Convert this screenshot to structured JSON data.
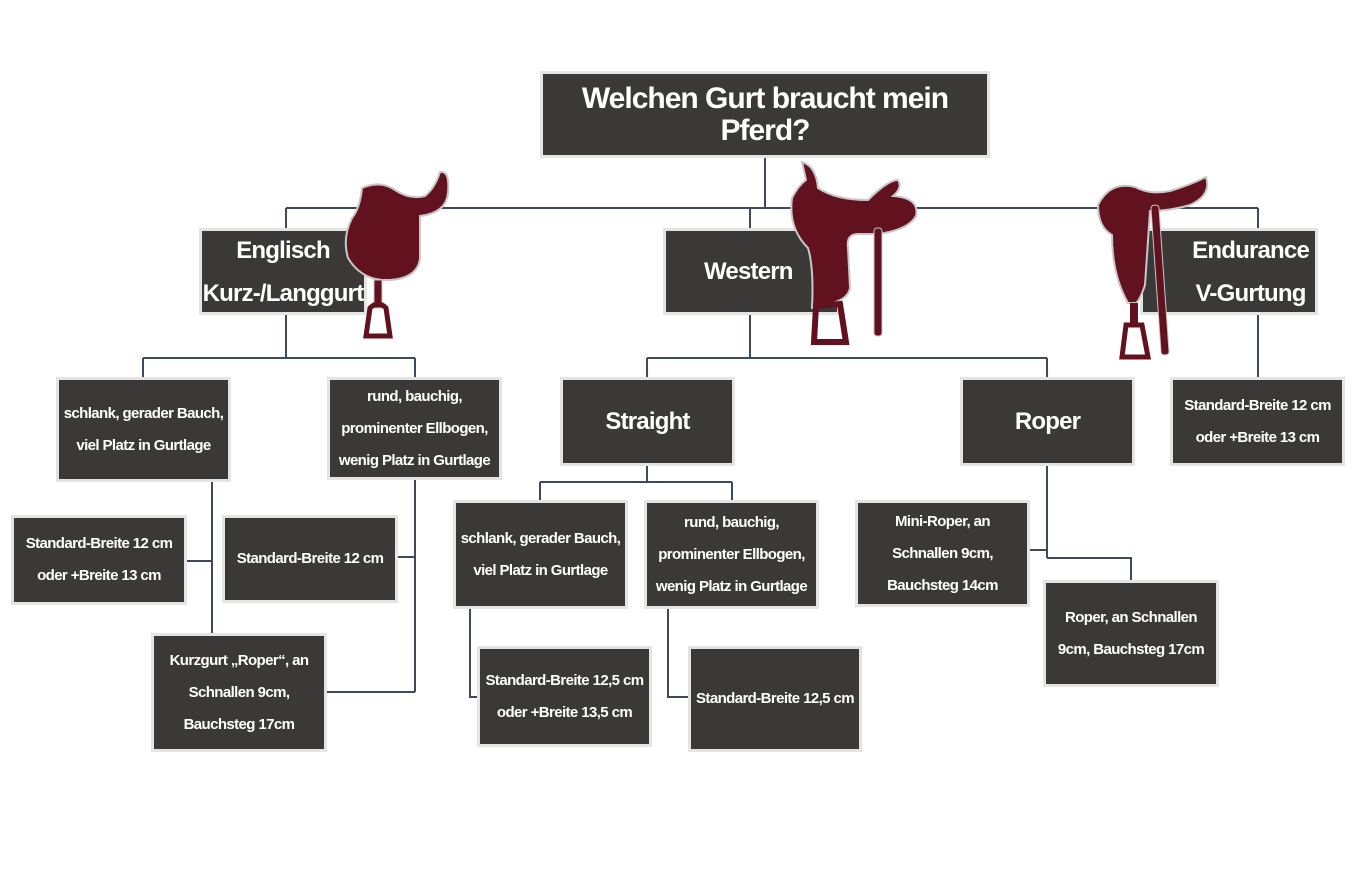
{
  "title": "Welchen Gurt braucht mein Pferd?",
  "colors": {
    "box": "#3a3937",
    "border": "#e4e4e4",
    "line": "#3d4a5c",
    "saddle": "#62111f"
  },
  "englisch": {
    "label_line1": "Englisch",
    "label_line2": "Kurz-/Langgurt",
    "slim": "schlank, gerader Bauch, viel Platz in Gurtlage",
    "round": "rund, bauchig, prominenter Ellbogen, wenig Platz in Gurtlage",
    "slim_result": "Standard-Breite 12 cm oder +Breite 13 cm",
    "round_result": "Standard-Breite 12 cm",
    "shared_result": "Kurzgurt „Roper“, an Schnallen 9cm, Bauchsteg 17cm"
  },
  "western": {
    "label": "Western",
    "straight": {
      "label": "Straight",
      "slim": "schlank, gerader Bauch, viel Platz in Gurtlage",
      "round": "rund, bauchig, prominenter Ellbogen, wenig Platz in Gurtlage",
      "slim_result": "Standard-Breite 12,5 cm oder +Breite 13,5 cm",
      "round_result": "Standard-Breite 12,5 cm"
    },
    "roper": {
      "label": "Roper",
      "mini": "Mini-Roper, an Schnallen 9cm, Bauchsteg 14cm",
      "full": "Roper, an Schnallen 9cm, Bauchsteg 17cm"
    }
  },
  "endurance": {
    "label_line1": "Endurance",
    "label_line2": "V-Gurtung",
    "result": "Standard-Breite 12 cm oder +Breite 13 cm"
  }
}
